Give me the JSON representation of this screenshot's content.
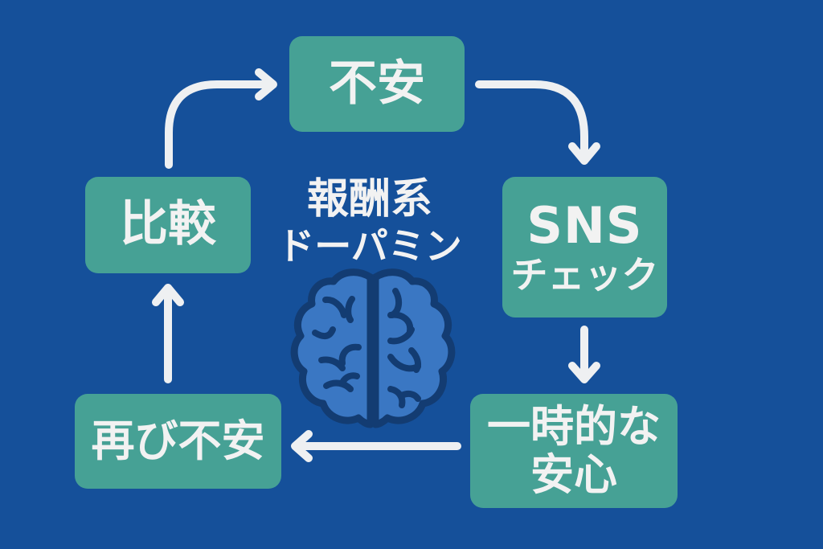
{
  "diagram": {
    "title": "報酬系 ドーパミン のサイクル",
    "colors": {
      "background": "#15509A",
      "node": "#46A195",
      "text": "#F2F2F2",
      "arrow": "#EEF0F2",
      "brain_fill": "#3A77C3",
      "brain_outline": "#133C72"
    },
    "center": {
      "line1": "報酬系",
      "line2": "ドーパミン",
      "icon": "brain-icon"
    },
    "nodes": [
      {
        "id": "anxiety",
        "lines": [
          "不安"
        ]
      },
      {
        "id": "sns-check",
        "lines": [
          "SNS",
          "チェック"
        ]
      },
      {
        "id": "temporary-relief",
        "lines": [
          "一時的な",
          "安心"
        ]
      },
      {
        "id": "anxiety-again",
        "lines": [
          "再び不安"
        ]
      },
      {
        "id": "comparison",
        "lines": [
          "比較"
        ]
      }
    ],
    "edges": [
      {
        "from": "anxiety",
        "to": "sns-check"
      },
      {
        "from": "sns-check",
        "to": "temporary-relief"
      },
      {
        "from": "temporary-relief",
        "to": "anxiety-again"
      },
      {
        "from": "anxiety-again",
        "to": "comparison"
      },
      {
        "from": "comparison",
        "to": "anxiety"
      }
    ]
  }
}
